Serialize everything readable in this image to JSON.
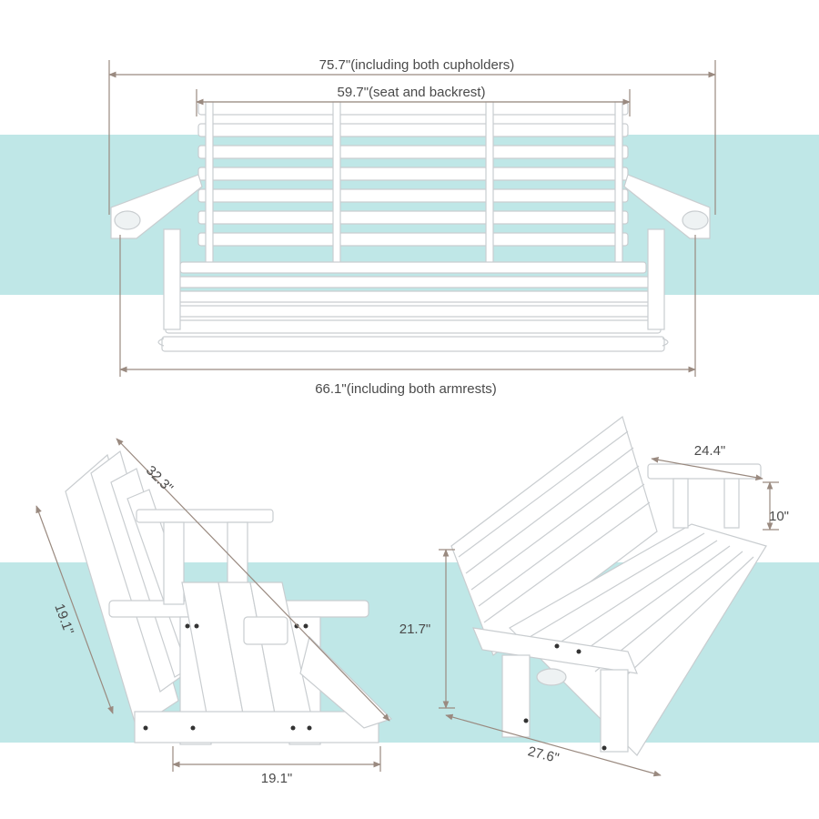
{
  "top_view": {
    "overall_width": "75.7\"(including both cupholders)",
    "seat_backrest_width": "59.7\"(seat and backrest)",
    "armrest_width": "66.1\"(including both armrests)"
  },
  "side_view": {
    "diagonal": "32.3\"",
    "height": "19.1\"",
    "depth": "19.1\""
  },
  "angle_view": {
    "armrest_length": "24.4\"",
    "armrest_height": "10\"",
    "seat_height": "21.7\"",
    "seat_depth": "27.6\""
  },
  "colors": {
    "band": "#bfe7e7",
    "dimension_line": "#9a8a80",
    "wood": "#ffffff",
    "wood_edge": "#c9cdd0"
  }
}
